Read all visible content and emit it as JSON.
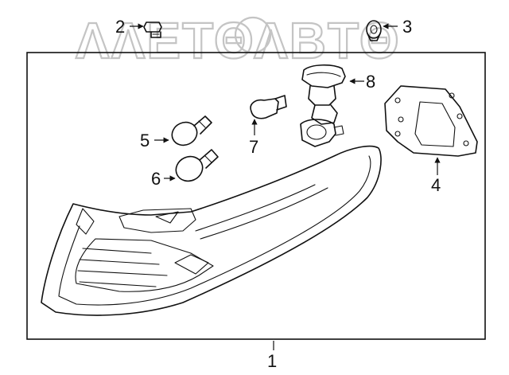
{
  "watermark": {
    "text": "ΛΛΕΤΘΛΒΤΘ"
  },
  "callouts": [
    {
      "id": "1",
      "label": "1"
    },
    {
      "id": "2",
      "label": "2"
    },
    {
      "id": "3",
      "label": "3"
    },
    {
      "id": "4",
      "label": "4"
    },
    {
      "id": "5",
      "label": "5"
    },
    {
      "id": "6",
      "label": "6"
    },
    {
      "id": "7",
      "label": "7"
    },
    {
      "id": "8",
      "label": "8"
    }
  ]
}
